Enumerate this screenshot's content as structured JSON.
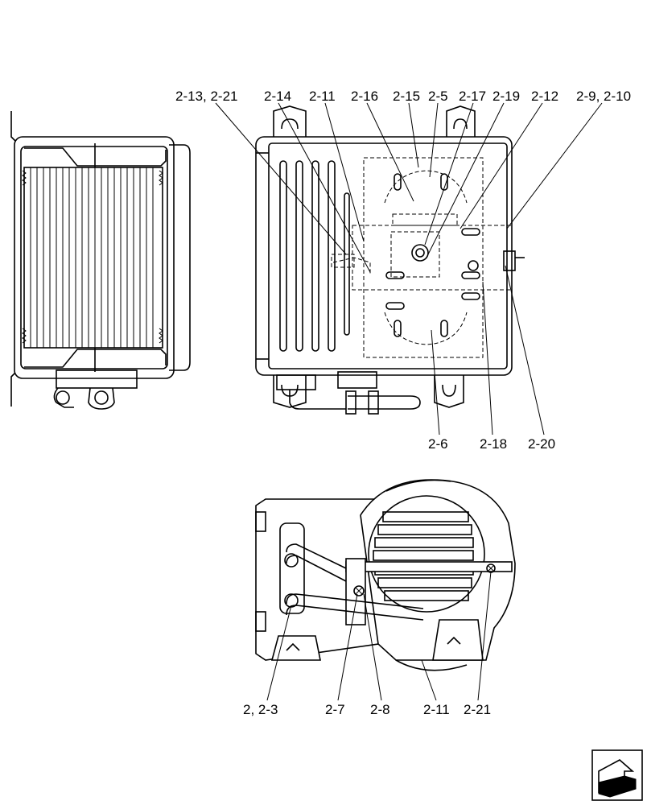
{
  "callouts": {
    "c2_13_2_21": "2-13, 2-21",
    "c2_14": "2-14",
    "c2_11_top": "2-11",
    "c2_16": "2-16",
    "c2_15": "2-15",
    "c2_5": "2-5",
    "c2_17": "2-17",
    "c2_19": "2-19",
    "c2_12": "2-12",
    "c2_9_2_10": "2-9, 2-10",
    "c2_6": "2-6",
    "c2_18": "2-18",
    "c2_20": "2-20",
    "c2_2_3": "2, 2-3",
    "c2_7": "2-7",
    "c2_8": "2-8",
    "c2_11_bottom": "2-11",
    "c2_21": "2-21"
  },
  "nav_icon": "next-page-arrow-icon"
}
